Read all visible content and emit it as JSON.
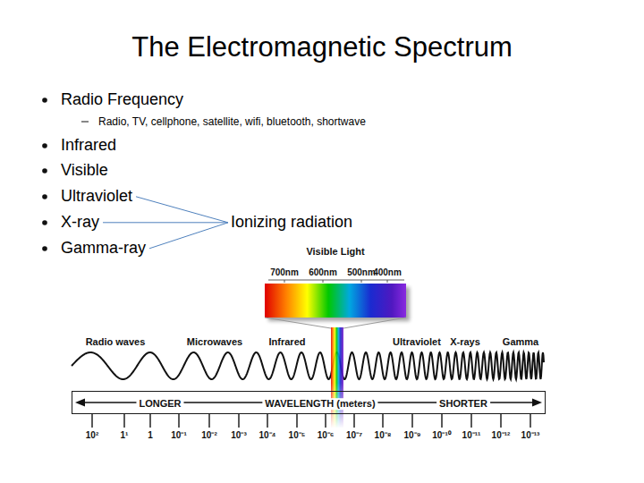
{
  "diagram": {
    "title": "The Electromagnetic Spectrum",
    "nodes": [
      {
        "text": [
          "Radio Frequency",
          "Radio, TV, cellphone, satellite, wifi, bluetooth, shortwave"
        ]
      },
      {
        "text": [
          "Infrared"
        ]
      },
      {
        "text": [
          "Visible"
        ]
      },
      {
        "text": [
          "Ultraviolet"
        ]
      },
      {
        "text": [
          "X-ray"
        ]
      },
      {
        "text": [
          "Ionizing radiation"
        ]
      },
      {
        "text": [
          "Gamma-ray"
        ]
      },
      {
        "text": [
          "LONGER",
          "WAVELENGTH (meters)",
          "SHORTER"
        ]
      }
    ],
    "edges": [
      {
        "from": 3,
        "to": 5,
        "arrow": "none"
      },
      {
        "from": 4,
        "to": 5,
        "arrow": "none"
      },
      {
        "from": 6,
        "to": 5,
        "arrow": "none"
      }
    ],
    "labels": [
      "Visible Light",
      "700nm",
      "600nm",
      "500nm",
      "400nm",
      "Radio waves",
      "Microwaves",
      "Infrared",
      "Ultraviolet",
      "X-rays",
      "Gamma",
      "10²",
      "1¹",
      "1",
      "10⁻¹",
      "10⁻²",
      "10⁻³",
      "10⁻⁴",
      "10⁻⁵",
      "10⁻⁶",
      "10⁻⁷",
      "10⁻⁸",
      "10⁻⁹",
      "10⁻¹⁰",
      "10⁻¹¹",
      "10⁻¹²",
      "10⁻¹³"
    ]
  }
}
